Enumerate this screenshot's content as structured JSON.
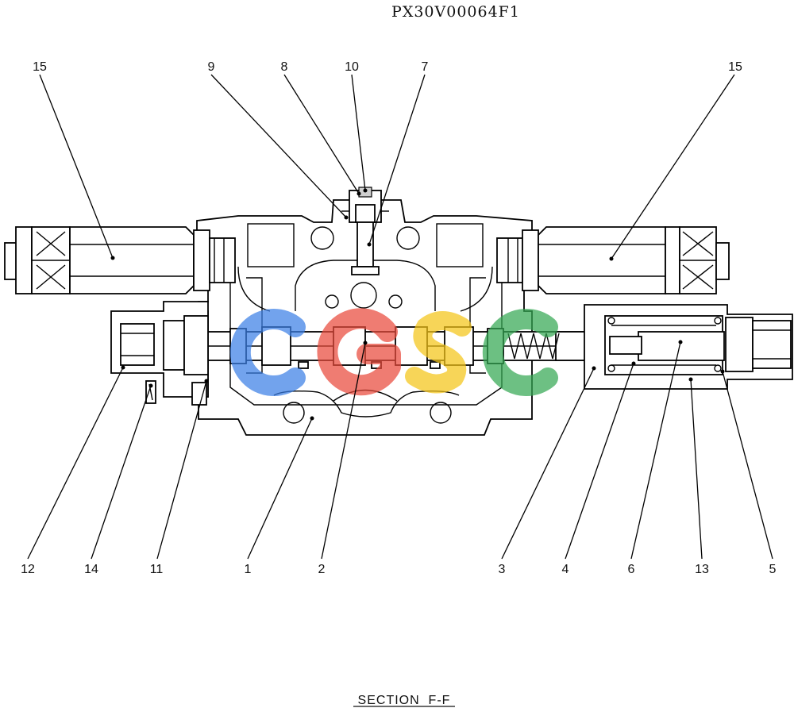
{
  "drawing": {
    "code": "PX30V00064F1",
    "caption": "SECTION  F-F"
  },
  "watermark": {
    "letters": [
      "C",
      "G",
      "S",
      "C"
    ],
    "colors": [
      "#3b7fe6",
      "#e94b3c",
      "#f5c518",
      "#34a853"
    ]
  },
  "callouts": [
    {
      "id": "c15l",
      "label": "15"
    },
    {
      "id": "c9",
      "label": "9"
    },
    {
      "id": "c8",
      "label": "8"
    },
    {
      "id": "c10",
      "label": "10"
    },
    {
      "id": "c7",
      "label": "7"
    },
    {
      "id": "c15r",
      "label": "15"
    },
    {
      "id": "c12",
      "label": "12"
    },
    {
      "id": "c14",
      "label": "14"
    },
    {
      "id": "c11",
      "label": "11"
    },
    {
      "id": "c1",
      "label": "1"
    },
    {
      "id": "c2",
      "label": "2"
    },
    {
      "id": "c3",
      "label": "3"
    },
    {
      "id": "c4",
      "label": "4"
    },
    {
      "id": "c6",
      "label": "6"
    },
    {
      "id": "c13",
      "label": "13"
    },
    {
      "id": "c5",
      "label": "5"
    }
  ]
}
